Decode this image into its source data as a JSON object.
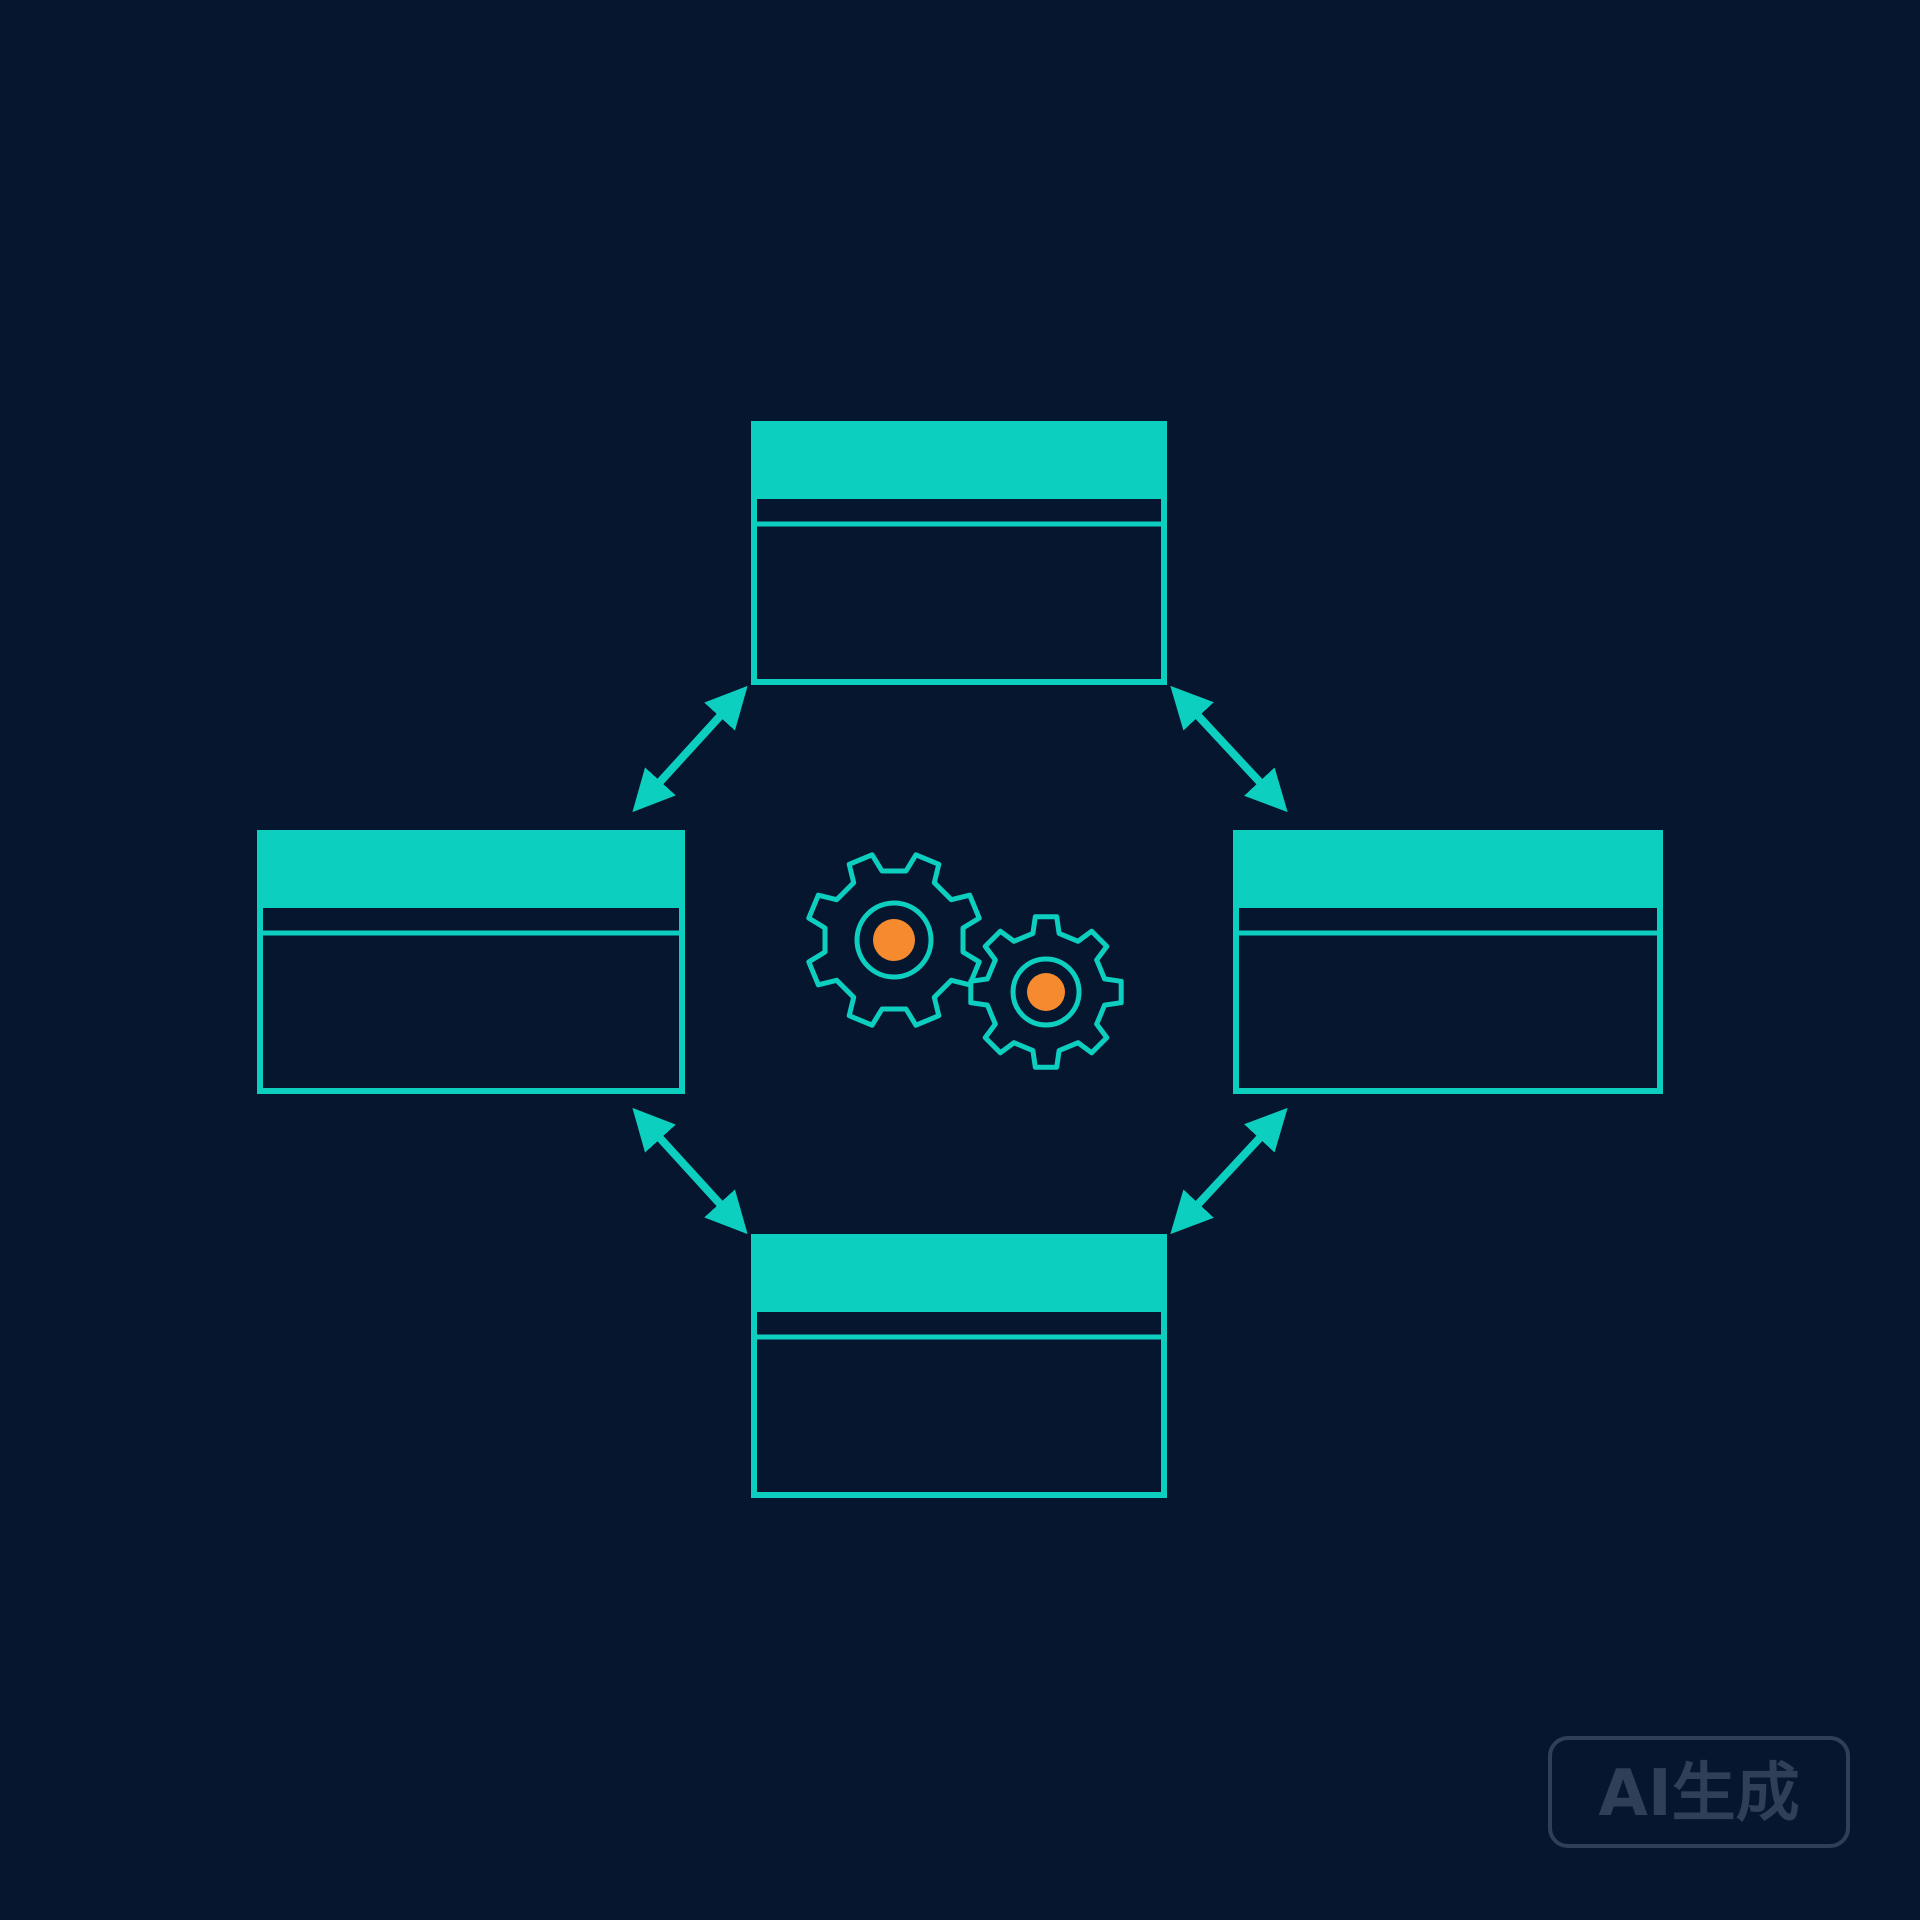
{
  "diagram": {
    "colors": {
      "background": "#07162f",
      "accent": "#0ccfc0",
      "center_dot": "#f58a2f",
      "badge": "#2f3f57"
    },
    "nodes": [
      {
        "id": "top"
      },
      {
        "id": "left"
      },
      {
        "id": "right"
      },
      {
        "id": "bottom"
      }
    ],
    "connectors": [
      {
        "from": "top",
        "to": "left",
        "bidirectional": true
      },
      {
        "from": "top",
        "to": "right",
        "bidirectional": true
      },
      {
        "from": "left",
        "to": "bottom",
        "bidirectional": true
      },
      {
        "from": "right",
        "to": "bottom",
        "bidirectional": true
      }
    ],
    "center_icon": "gears-icon"
  },
  "badge": {
    "label": "AI生成"
  }
}
